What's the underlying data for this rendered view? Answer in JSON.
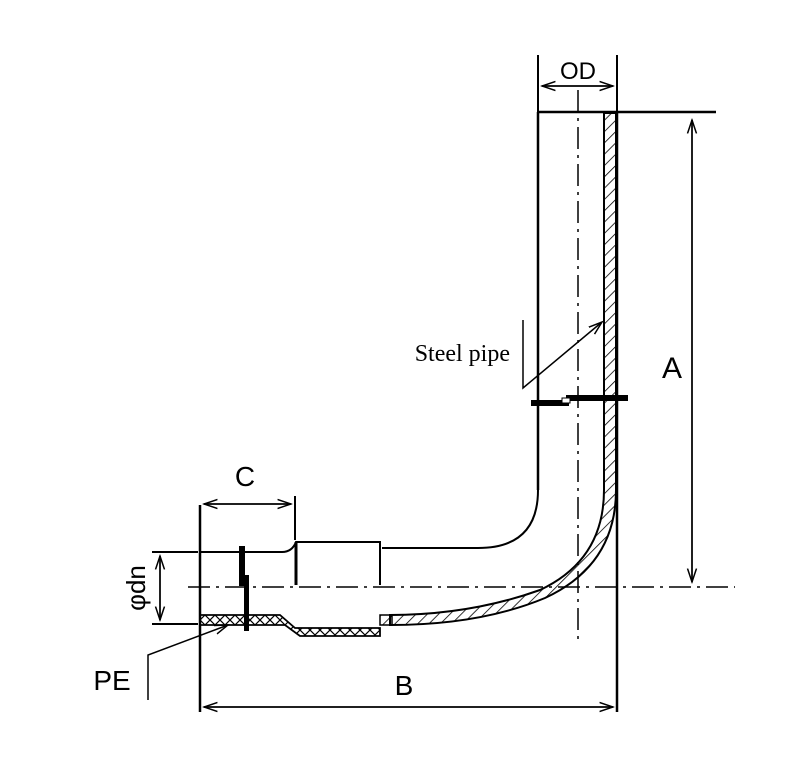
{
  "diagram": {
    "title": "PE-steel transition elbow",
    "colors": {
      "line": "#000000",
      "background": "#ffffff"
    },
    "labels": {
      "od": "OD",
      "a": "A",
      "b": "B",
      "c": "C",
      "dn": "φdn",
      "steel_pipe": "Steel pipe",
      "pe": "PE"
    }
  }
}
